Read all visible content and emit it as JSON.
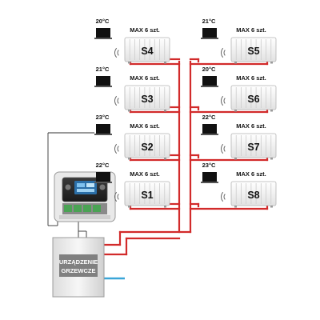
{
  "zones_left": [
    {
      "id": "S4",
      "temp": "20°C",
      "max": "MAX 6 szt."
    },
    {
      "id": "S3",
      "temp": "21°C",
      "max": "MAX 6 szt."
    },
    {
      "id": "S2",
      "temp": "23°C",
      "max": "MAX 6 szt."
    },
    {
      "id": "S1",
      "temp": "22°C",
      "max": "MAX 6 szt."
    }
  ],
  "zones_right": [
    {
      "id": "S5",
      "temp": "21°C",
      "max": "MAX 6 szt."
    },
    {
      "id": "S6",
      "temp": "20°C",
      "max": "MAX 6 szt."
    },
    {
      "id": "S7",
      "temp": "22°C",
      "max": "MAX 6 szt."
    },
    {
      "id": "S8",
      "temp": "23°C",
      "max": "MAX 6 szt."
    }
  ],
  "boiler": {
    "line1": "URZĄDZENIE",
    "line2": "GRZEWCZE"
  },
  "colors": {
    "supply_pipe": "#d22b2b",
    "return_pipe": "#3aa6d8",
    "radiator": "#f2f2f2",
    "thermostat": "#111111",
    "boiler_top": "#f4f4f4",
    "boiler_label_bg": "#808080"
  },
  "icons": {
    "thermostat": "room-thermostat-icon",
    "wireless": "wireless-signal-icon",
    "radiator": "radiator-icon",
    "controller": "controller-icon",
    "boiler": "boiler-icon"
  }
}
